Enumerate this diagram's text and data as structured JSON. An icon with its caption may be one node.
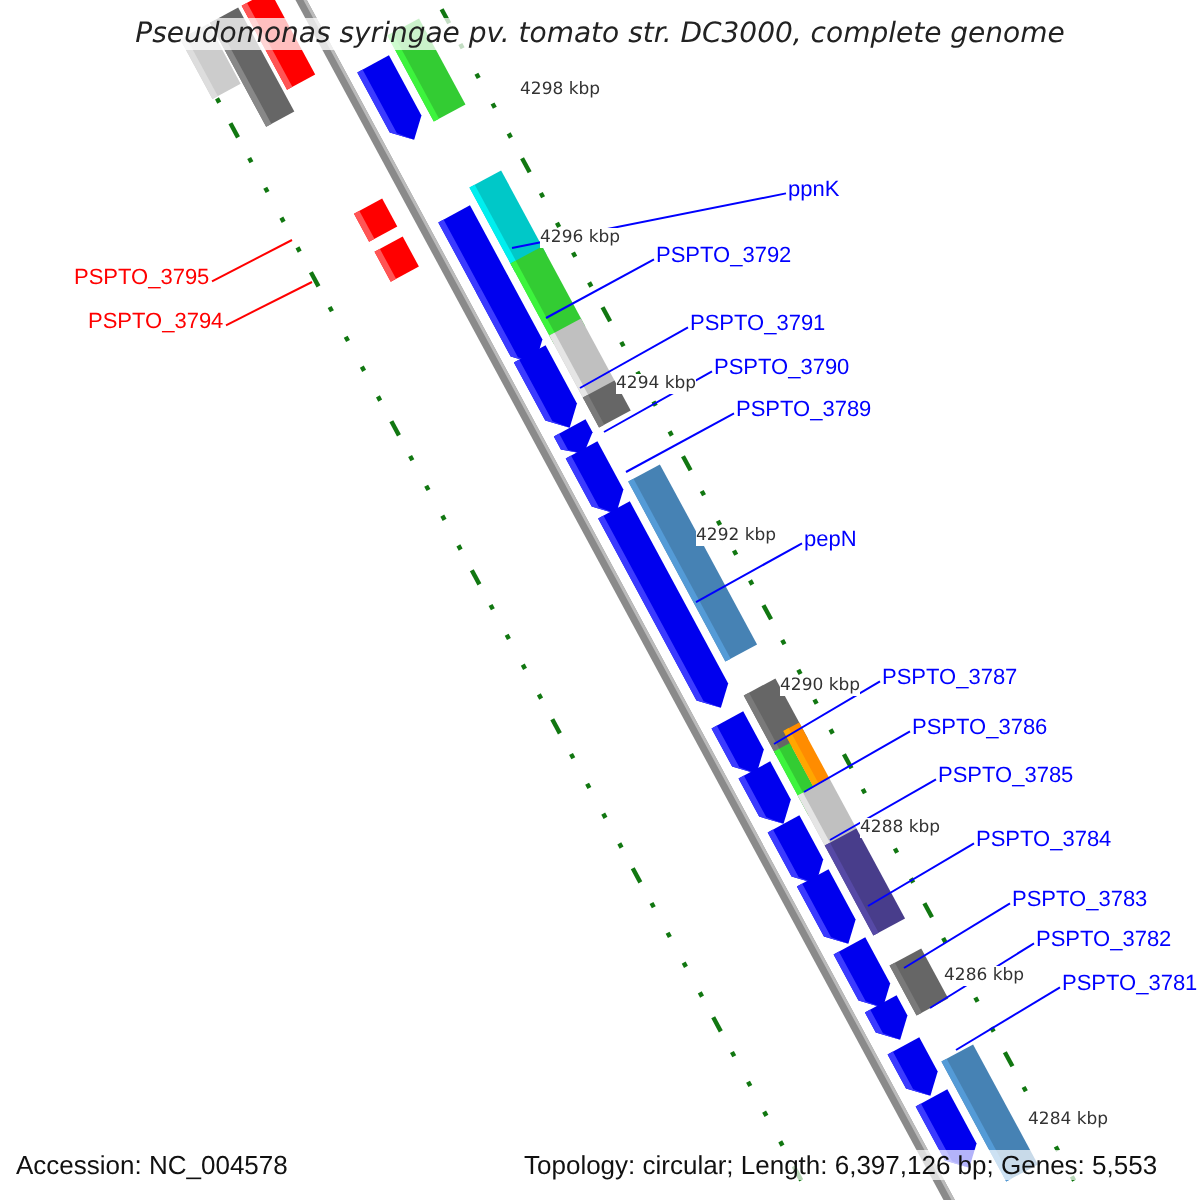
{
  "diagram": {
    "title": "Pseudomonas syringae pv. tomato str. DC3000, complete genome",
    "nodes": [
      {
        "text": [
          "ppnK"
        ]
      },
      {
        "text": [
          "PSPTO_3792"
        ]
      },
      {
        "text": [
          "PSPTO_3795"
        ]
      },
      {
        "text": [
          "PSPTO_3794"
        ]
      },
      {
        "text": [
          "PSPTO_3791"
        ]
      },
      {
        "text": [
          "PSPTO_3790"
        ]
      },
      {
        "text": [
          "PSPTO_3789"
        ]
      },
      {
        "text": [
          "pepN"
        ]
      },
      {
        "text": [
          "PSPTO_3787"
        ]
      },
      {
        "text": [
          "PSPTO_3786"
        ]
      },
      {
        "text": [
          "PSPTO_3785"
        ]
      },
      {
        "text": [
          "PSPTO_3784"
        ]
      },
      {
        "text": [
          "PSPTO_3783"
        ]
      },
      {
        "text": [
          "PSPTO_3782"
        ]
      },
      {
        "text": [
          "PSPTO_3781"
        ]
      }
    ],
    "edges": [
      {
        "from": 0,
        "to": null,
        "arrow": "none"
      },
      {
        "from": 1,
        "to": null,
        "arrow": "none"
      },
      {
        "from": 2,
        "to": null,
        "arrow": "none",
        "color": "#ff0000"
      },
      {
        "from": 3,
        "to": null,
        "arrow": "none",
        "color": "#ff0000"
      },
      {
        "from": 4,
        "to": null,
        "arrow": "none"
      },
      {
        "from": 5,
        "to": null,
        "arrow": "none"
      },
      {
        "from": 6,
        "to": null,
        "arrow": "none"
      },
      {
        "from": 7,
        "to": null,
        "arrow": "none"
      },
      {
        "from": 8,
        "to": null,
        "arrow": "none"
      },
      {
        "from": 9,
        "to": null,
        "arrow": "none"
      },
      {
        "from": 10,
        "to": null,
        "arrow": "none"
      },
      {
        "from": 11,
        "to": null,
        "arrow": "none"
      },
      {
        "from": 12,
        "to": null,
        "arrow": "none"
      },
      {
        "from": 13,
        "to": null,
        "arrow": "none"
      },
      {
        "from": 14,
        "to": null,
        "arrow": "none"
      }
    ],
    "labels": [
      "4298 kbp",
      "4296 kbp",
      "4294 kbp",
      "4292 kbp",
      "4290 kbp",
      "4288 kbp",
      "4286 kbp",
      "4284 kbp",
      "Accession: NC_004578",
      "Topology: circular; Length: 6,397,126 bp; Genes: 5,553"
    ]
  }
}
